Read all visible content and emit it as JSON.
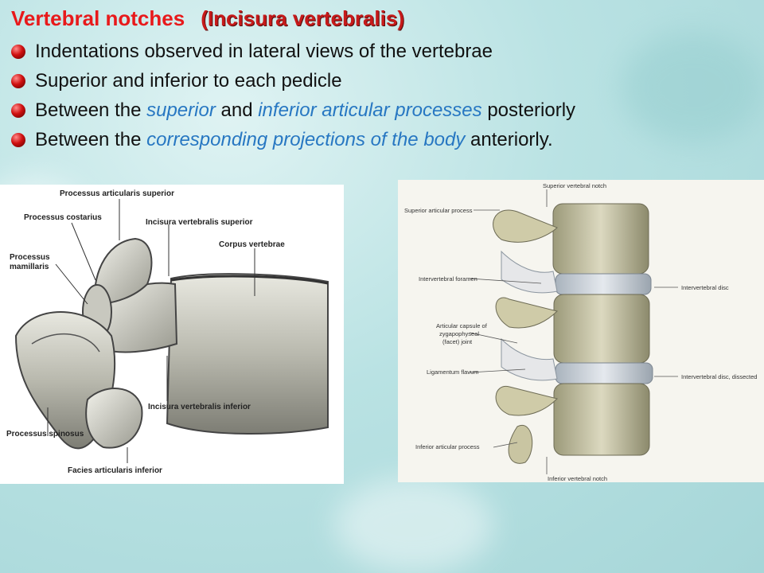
{
  "title": {
    "main": "Vertebral notches",
    "latin": "(Incisura vertebralis)"
  },
  "bullets": [
    {
      "text": "Indentations observed in lateral views of the vertebrae"
    },
    {
      "text": "Superior and inferior to each pedicle"
    },
    {
      "pre": "Between the ",
      "em1": "superior",
      "mid": " and ",
      "em2": "inferior articular processes",
      "post": " posteriorly"
    },
    {
      "pre": "Between the ",
      "em1": "corresponding projections of the body",
      "post": " anteriorly."
    }
  ],
  "left_figure": {
    "labels": {
      "proc_art_sup": "Processus articularis superior",
      "proc_costarius": "Processus costarius",
      "incisura_sup": "Incisura vertebralis superior",
      "corpus": "Corpus vertebrae",
      "processus": "Processus",
      "mamillaris": "mamillaris",
      "incisura_inf": "Incisura vertebralis inferior",
      "proc_spinosus": "Processus spinosus",
      "facies": "Facies articularis inferior"
    }
  },
  "right_figure": {
    "labels": {
      "sup_notch": "Superior vertebral notch",
      "sup_art_proc": "Superior articular process",
      "iv_foramen": "Intervertebral foramen",
      "iv_disc": "Intervertebral disc",
      "art_capsule_1": "Articular capsule of",
      "art_capsule_2": "zygapophyseal",
      "art_capsule_3": "(facet) joint",
      "lig_flavum": "Ligamentum flavum",
      "iv_disc_dissected": "Intervertebral disc, dissected",
      "inf_art_proc": "Inferior articular process",
      "inf_notch": "Inferior vertebral notch"
    }
  },
  "colors": {
    "title_red": "#e8191b",
    "emphasis_blue": "#2777c2",
    "bullet_red": "#d01010"
  }
}
